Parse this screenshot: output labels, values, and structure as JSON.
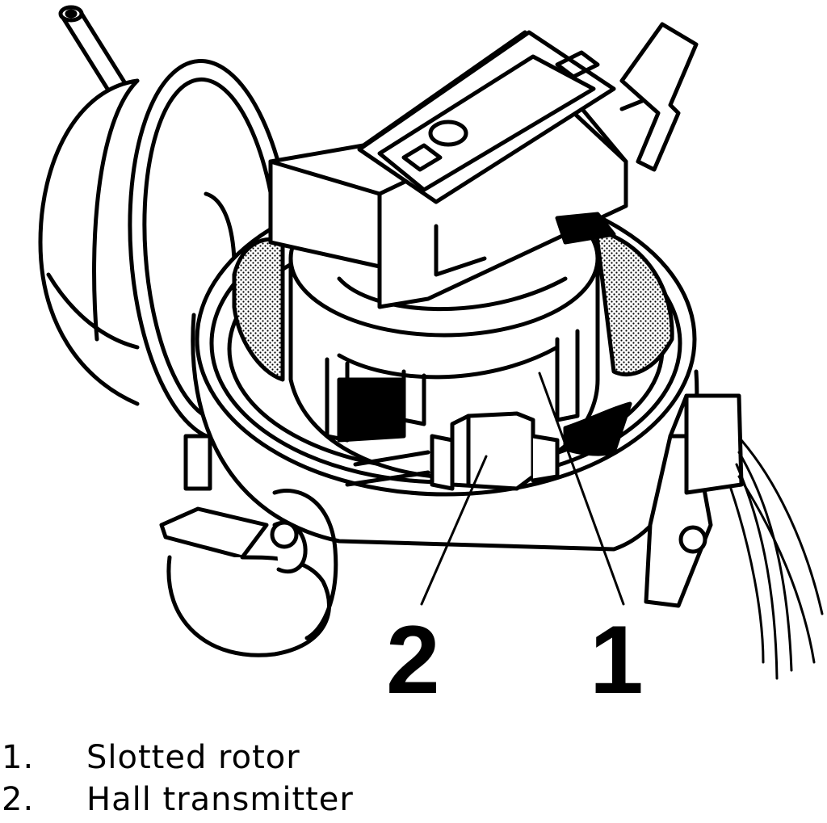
{
  "callouts": [
    {
      "id": "1",
      "label": "1"
    },
    {
      "id": "2",
      "label": "2"
    }
  ],
  "legend": [
    {
      "number": "1.",
      "text": "Slotted rotor"
    },
    {
      "number": "2.",
      "text": "Hall transmitter"
    }
  ]
}
